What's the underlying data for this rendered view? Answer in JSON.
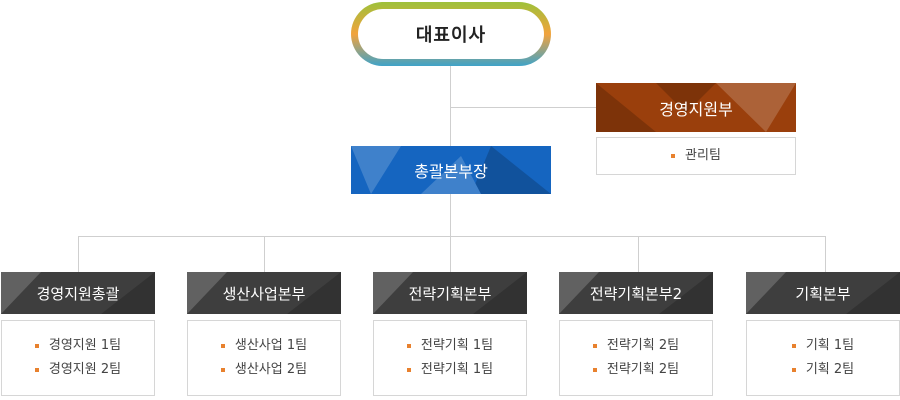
{
  "ceo": {
    "label": "대표이사"
  },
  "admin_dept": {
    "label": "경영지원부",
    "teams": [
      "관리팀"
    ]
  },
  "general_head": {
    "label": "총괄본부장"
  },
  "departments": [
    {
      "label": "경영지원총괄",
      "teams": [
        "경영지원 1팀",
        "경영지원 2팀"
      ]
    },
    {
      "label": "생산사업본부",
      "teams": [
        "생산사업 1팀",
        "생산사업 2팀"
      ]
    },
    {
      "label": "전략기획본부",
      "teams": [
        "전략기획 1팀",
        "전략기획 1팀"
      ]
    },
    {
      "label": "전략기획본부2",
      "teams": [
        "전략기획 2팀",
        "전략기획 2팀"
      ]
    },
    {
      "label": "기획본부",
      "teams": [
        "기획 1팀",
        "기획 2팀"
      ]
    }
  ],
  "colors": {
    "ceo_gradient": [
      "#9ec13a",
      "#f2a33d",
      "#3fa3c8"
    ],
    "admin_box": "#9a3f0c",
    "general_box": "#1565c0",
    "dept_box": "#3e3e3e",
    "bullet": "#e8812e",
    "connector": "#cfcfcf"
  }
}
